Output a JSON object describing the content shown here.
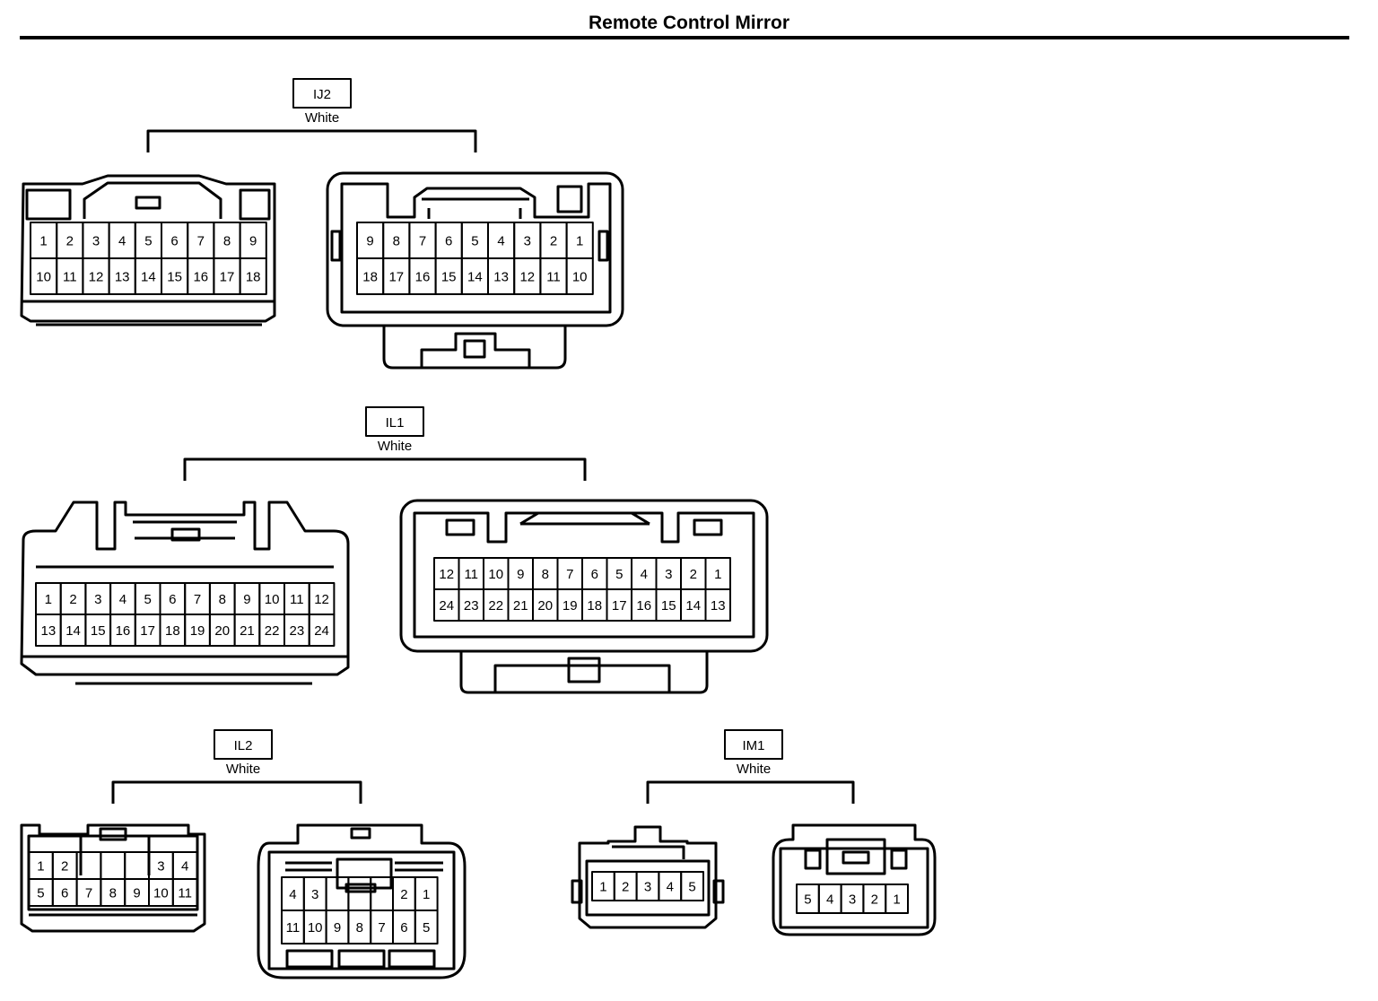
{
  "title": "Remote Control Mirror",
  "connectors": [
    {
      "id": "ij2",
      "code": "IJ2",
      "color": "White",
      "left_rows": [
        [
          "1",
          "2",
          "3",
          "4",
          "5",
          "6",
          "7",
          "8",
          "9"
        ],
        [
          "10",
          "11",
          "12",
          "13",
          "14",
          "15",
          "16",
          "17",
          "18"
        ]
      ],
      "right_rows": [
        [
          "9",
          "8",
          "7",
          "6",
          "5",
          "4",
          "3",
          "2",
          "1"
        ],
        [
          "18",
          "17",
          "16",
          "15",
          "14",
          "13",
          "12",
          "11",
          "10"
        ]
      ]
    },
    {
      "id": "il1",
      "code": "IL1",
      "color": "White",
      "left_rows": [
        [
          "1",
          "2",
          "3",
          "4",
          "5",
          "6",
          "7",
          "8",
          "9",
          "10",
          "11",
          "12"
        ],
        [
          "13",
          "14",
          "15",
          "16",
          "17",
          "18",
          "19",
          "20",
          "21",
          "22",
          "23",
          "24"
        ]
      ],
      "right_rows": [
        [
          "12",
          "11",
          "10",
          "9",
          "8",
          "7",
          "6",
          "5",
          "4",
          "3",
          "2",
          "1"
        ],
        [
          "24",
          "23",
          "22",
          "21",
          "20",
          "19",
          "18",
          "17",
          "16",
          "15",
          "14",
          "13"
        ]
      ]
    },
    {
      "id": "il2",
      "code": "IL2",
      "color": "White",
      "left_rows": [
        [
          "1",
          "2",
          "",
          "",
          "",
          "3",
          "4"
        ],
        [
          "5",
          "6",
          "7",
          "8",
          "9",
          "10",
          "11"
        ]
      ],
      "right_rows": [
        [
          "4",
          "3",
          "",
          "",
          "",
          "2",
          "1"
        ],
        [
          "11",
          "10",
          "9",
          "8",
          "7",
          "6",
          "5"
        ]
      ]
    },
    {
      "id": "im1",
      "code": "IM1",
      "color": "White",
      "left_rows": [
        [
          "1",
          "2",
          "3",
          "4",
          "5"
        ]
      ],
      "right_rows": [
        [
          "5",
          "4",
          "3",
          "2",
          "1"
        ]
      ]
    }
  ]
}
